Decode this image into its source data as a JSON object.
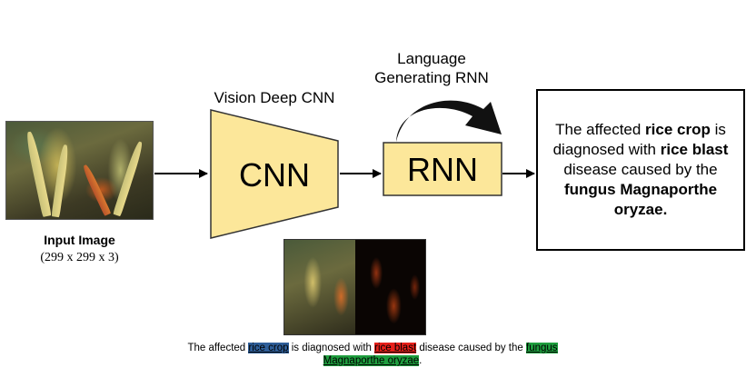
{
  "labels": {
    "language_rnn_line1": "Language",
    "language_rnn_line2": "Generating RNN",
    "vision_cnn": "Vision Deep CNN",
    "cnn": "CNN",
    "rnn": "RNN"
  },
  "input": {
    "title": "Input Image",
    "dims": "(299 x 299 x 3)"
  },
  "output": {
    "t1": "The affected ",
    "b1": "rice crop",
    "t2": " is diagnosed with ",
    "b2": "rice blast",
    "t3": " disease caused by the ",
    "b3": "fungus Magnaporthe oryzae."
  },
  "caption": {
    "t1": "The affected ",
    "h1": "rice crop",
    "t2": " is diagnosed with ",
    "h2": "rice blast",
    "t3": " disease caused by the ",
    "h3a": "fungus",
    "h3b": "Magnaporthe oryzae",
    "t4": "."
  },
  "colors": {
    "block_fill": "#fce79a",
    "highlight_blue": "#2e5e99",
    "highlight_red": "#e8201a",
    "highlight_green": "#1e9e3e"
  }
}
